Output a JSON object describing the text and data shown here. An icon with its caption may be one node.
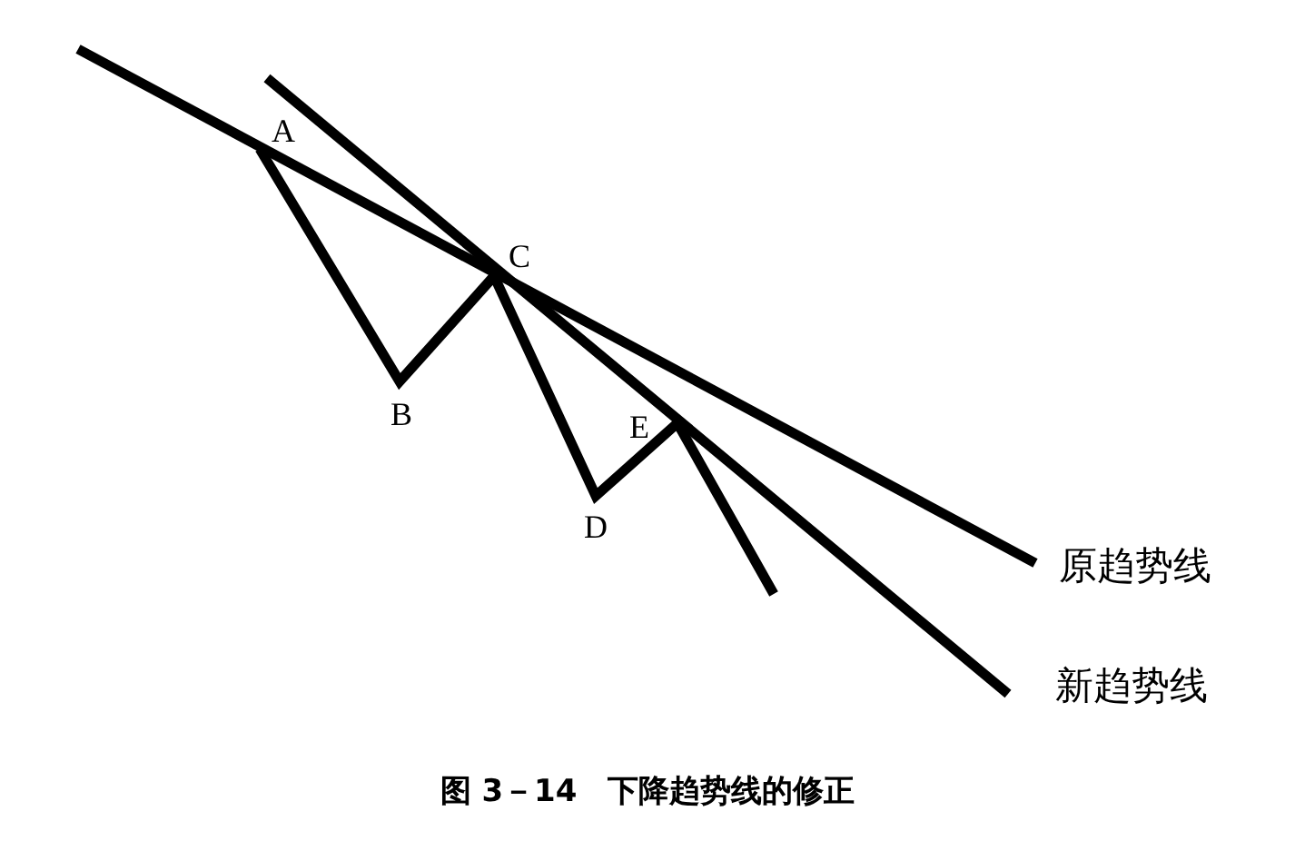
{
  "diagram": {
    "caption": "图 3－14　下降趋势线的修正",
    "labels": [
      "A",
      "B",
      "C",
      "D",
      "E",
      "原趋势线",
      "新趋势线"
    ]
  }
}
